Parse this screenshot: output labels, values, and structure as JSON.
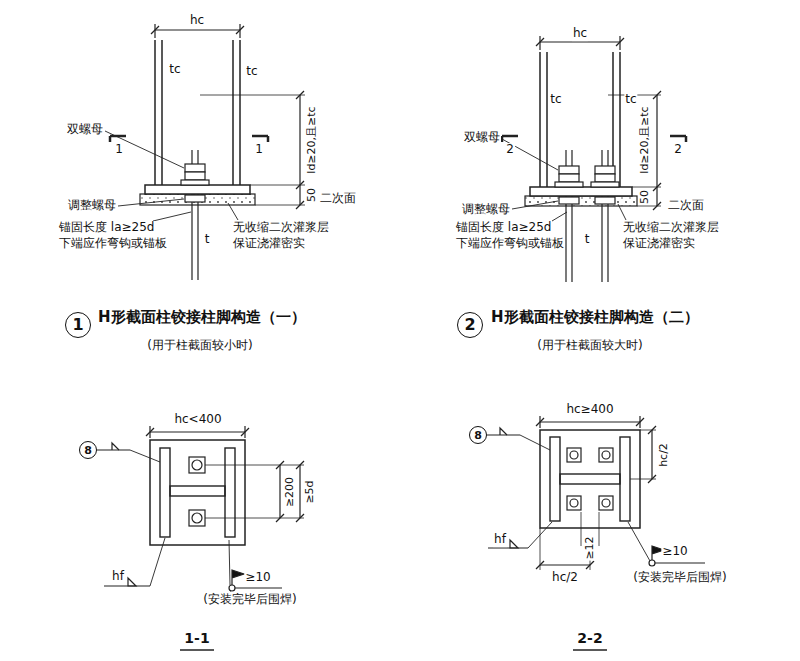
{
  "diagram": {
    "nodes": [
      {
        "text": [
          "1"
        ]
      },
      {
        "text": [
          "2"
        ]
      },
      {
        "text": [
          "8"
        ]
      },
      {
        "text": [
          "8"
        ]
      }
    ],
    "labels": [
      "hc",
      "tc",
      "tc",
      "ld≥20,且≥tc",
      "1",
      "1",
      "双螺母",
      "二次面",
      "50",
      "调整螺母",
      "锚固长度 la≥25d",
      "下端应作弯钩或锚板",
      "无收缩二次灌浆层",
      "保证浇灌密实",
      "t",
      "H形截面柱铰接柱脚构造（一）",
      "(用于柱截面较小时)",
      "hc",
      "tc",
      "tc",
      "ld≥20,且≥tc",
      "2",
      "2",
      "双螺母",
      "二次面",
      "50",
      "调整螺母",
      "锚固长度 la≥25d",
      "下端应作弯钩或锚板",
      "无收缩二次灌浆层",
      "保证浇灌密实",
      "t",
      "H形截面柱铰接柱脚构造（二）",
      "(用于柱截面较大时)",
      "hc<400",
      "≥200",
      "≥5d",
      "hf",
      "≥10",
      "(安装完毕后围焊)",
      "1-1",
      "hc≥400",
      "hc/2",
      "≥12",
      "hf",
      "hc/2",
      "≥10",
      "(安装完毕后围焊)",
      "2-2"
    ]
  }
}
